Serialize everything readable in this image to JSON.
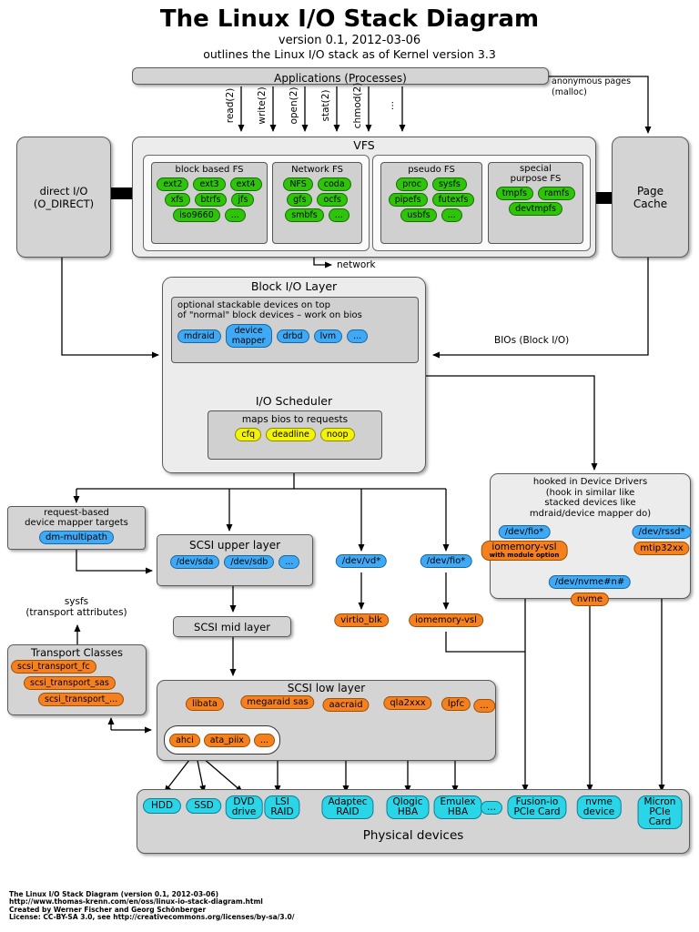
{
  "header": {
    "title": "The Linux I/O Stack Diagram",
    "version": "version 0.1, 2012-03-06",
    "subtitle": "outlines the Linux I/O stack as of Kernel version 3.3"
  },
  "applications": {
    "label": "Applications (Processes)",
    "syscalls": [
      "read(2)",
      "write(2)",
      "open(2)",
      "stat(2)",
      "chmod(2)",
      "..."
    ],
    "anon_note": "anonymous pages\n(malloc)"
  },
  "side": {
    "direct_io": "direct I/O\n(O_DIRECT)",
    "page_cache": "Page\nCache"
  },
  "vfs": {
    "title": "VFS",
    "block_based": {
      "title": "block based FS",
      "rows": [
        [
          "ext2",
          "ext3",
          "ext4"
        ],
        [
          "xfs",
          "btrfs",
          "jfs"
        ],
        [
          "iso9660",
          "..."
        ]
      ]
    },
    "network_fs": {
      "title": "Network FS",
      "rows": [
        [
          "NFS",
          "coda"
        ],
        [
          "gfs",
          "ocfs"
        ],
        [
          "smbfs",
          "..."
        ]
      ]
    },
    "pseudo_fs": {
      "title": "pseudo FS",
      "rows": [
        [
          "proc",
          "sysfs"
        ],
        [
          "pipefs",
          "futexfs"
        ],
        [
          "usbfs",
          "..."
        ]
      ]
    },
    "special_fs": {
      "title": "special\npurpose FS",
      "rows": [
        [
          "tmpfs",
          "ramfs"
        ],
        [
          "devtmpfs"
        ]
      ]
    }
  },
  "network_label": "network",
  "block_io": {
    "title": "Block I/O Layer",
    "note": "optional stackable devices on top\nof \"normal\" block devices – work on bios",
    "pills": [
      "mdraid",
      "device\nmapper",
      "drbd",
      "lvm",
      "..."
    ]
  },
  "scheduler": {
    "title": "I/O Scheduler",
    "note": "maps bios to requests",
    "pills": [
      "cfq",
      "deadline",
      "noop"
    ]
  },
  "bios_label": "BIOs (Block I/O)",
  "hooked": {
    "title": "hooked in Device Drivers\n(hook in similar like\nstacked devices like\nmdraid/device mapper do)",
    "dev_fio": "/dev/fio*",
    "iomemory": "iomemory-vsl",
    "iomemory_sub": "with module option",
    "dev_rssd": "/dev/rssd*",
    "mtip": "mtip32xx",
    "dev_nvme": "/dev/nvme#n#",
    "nvme": "nvme"
  },
  "dm_targets": {
    "line1": "request-based",
    "line2": "device mapper targets",
    "pill": "dm-multipath"
  },
  "scsi_upper": {
    "title": "SCSI upper layer",
    "pills": [
      "/dev/sda",
      "/dev/sdb",
      "..."
    ]
  },
  "scsi_mid": {
    "title": "SCSI mid layer"
  },
  "middle": {
    "dev_vd": "/dev/vd*",
    "virtio": "virtio_blk",
    "dev_fio": "/dev/fio*",
    "iomemory": "iomemory-vsl"
  },
  "sysfs_note": "sysfs\n(transport attributes)",
  "transport": {
    "title": "Transport Classes",
    "pills": [
      "scsi_transport_fc",
      "scsi_transport_sas",
      "scsi_transport_..."
    ]
  },
  "scsi_low": {
    "title": "SCSI low layer",
    "pills": [
      "libata",
      "megaraid sas",
      "aacraid",
      "qla2xxx",
      "lpfc",
      "..."
    ],
    "ata_group": [
      "ahci",
      "ata_piix",
      "..."
    ]
  },
  "physical": {
    "title": "Physical devices",
    "devices": [
      "HDD",
      "SSD",
      "DVD\ndrive",
      "LSI\nRAID",
      "Adaptec\nRAID",
      "Qlogic\nHBA",
      "Emulex\nHBA",
      "...",
      "Fusion-io\nPCIe Card",
      "nvme\ndevice",
      "Micron\nPCIe Card"
    ]
  },
  "footer": {
    "lines": [
      "The Linux I/O Stack Diagram (version 0.1, 2012-03-06)",
      "http://www.thomas-krenn.com/en/oss/linux-io-stack-diagram.html",
      "Created by Werner Fischer and Georg Schönberger",
      "License: CC-BY-SA 3.0, see http://creativecommons.org/licenses/by-sa/3.0/"
    ]
  },
  "colors": {
    "fs_green": "#2ec409",
    "block_blue": "#3fa9f5",
    "scheduler_yellow": "#f2f20a",
    "driver_orange": "#f58020",
    "device_cyan": "#2bd5e8",
    "box_gray": "#d4d4d4"
  }
}
